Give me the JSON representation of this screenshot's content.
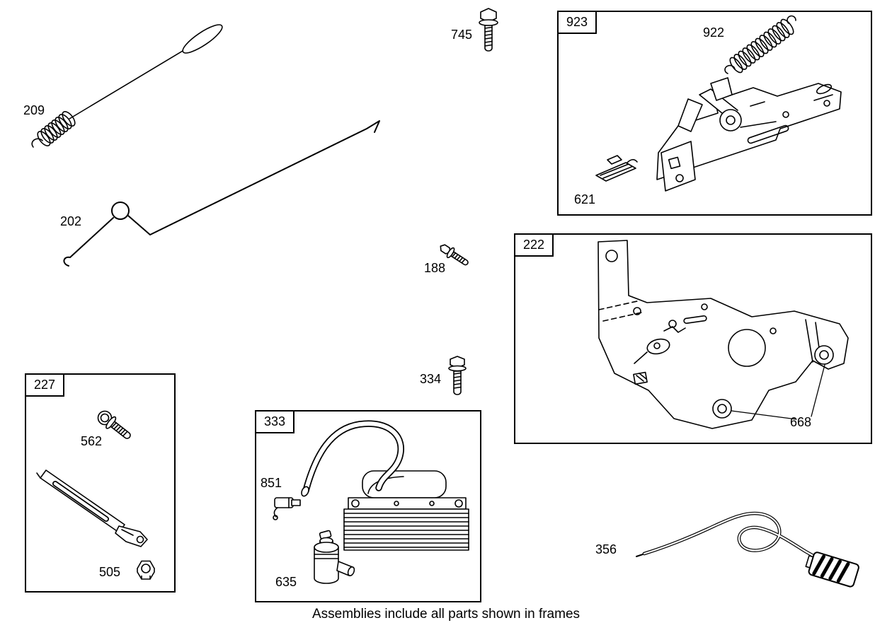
{
  "caption": "Assemblies include all parts shown in frames",
  "ink_color": "#000000",
  "parts": {
    "p209": {
      "label": "209",
      "icon": "extension-spring-icon"
    },
    "p202": {
      "label": "202",
      "icon": "link-rod-icon"
    },
    "p745": {
      "label": "745",
      "icon": "hex-flange-bolt-icon"
    },
    "p188": {
      "label": "188",
      "icon": "hex-flange-bolt-icon"
    },
    "p334": {
      "label": "334",
      "icon": "hex-flange-bolt-icon"
    },
    "p356": {
      "label": "356",
      "icon": "cable-with-connector-icon"
    }
  },
  "frames": {
    "f923": {
      "label": "923",
      "parts": {
        "p922": {
          "label": "922",
          "icon": "governor-spring-icon"
        },
        "p621": {
          "label": "621",
          "icon": "terminal-clip-icon"
        }
      }
    },
    "f222": {
      "label": "222",
      "parts": {
        "p668": {
          "label": "668",
          "icon": "grommet-icon"
        }
      }
    },
    "f227": {
      "label": "227",
      "parts": {
        "p562": {
          "label": "562",
          "icon": "screw-icon"
        },
        "p505": {
          "label": "505",
          "icon": "hex-nut-icon"
        }
      }
    },
    "f333": {
      "label": "333",
      "parts": {
        "p851": {
          "label": "851",
          "icon": "elbow-fitting-icon"
        },
        "p635": {
          "label": "635",
          "icon": "elbow-valve-icon"
        }
      }
    }
  }
}
